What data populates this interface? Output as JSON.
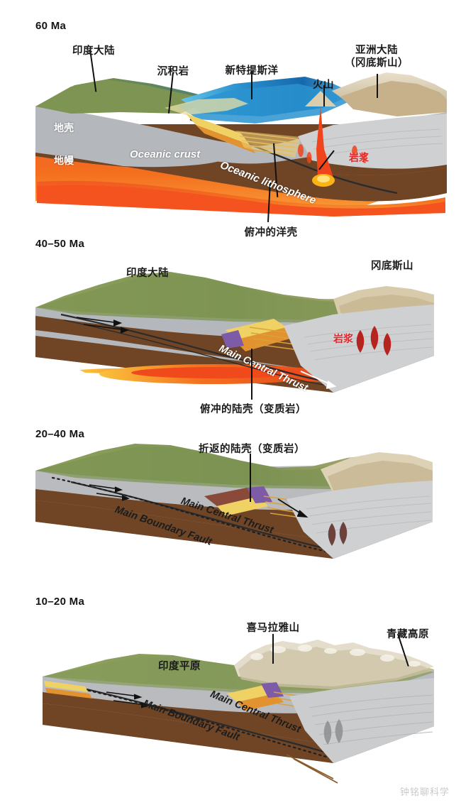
{
  "figure": {
    "title_hidden": "",
    "watermark": "钟铭聊科学"
  },
  "colors": {
    "crust": "#b7b9bd",
    "mantle": "#6f4526",
    "asthenosphere": "#f15a22",
    "asthenosphere_hot": "#fdb913",
    "ocean_deep": "#1a6fb5",
    "ocean_shallow": "#49b6e3",
    "land_green": "#7d9551",
    "land_tan": "#c9b27d",
    "rock_gray": "#cfd0d2",
    "magma_red": "#e1262b",
    "sediment_yellow": "#f0d264",
    "sediment_orange": "#e2922e",
    "sediment_purple": "#7d5ba6",
    "snow": "#e8e3d6",
    "label_dark": "#1a1a1a",
    "label_white": "#ffffff"
  },
  "panels": [
    {
      "id": "panel-60ma",
      "stage": "60 Ma",
      "labels_top": [
        {
          "name": "indian-continent",
          "text": "印度大陆"
        },
        {
          "name": "sedimentary-rock",
          "text": "沉积岩"
        },
        {
          "name": "neo-tethys-ocean",
          "text": "新特提斯洋"
        },
        {
          "name": "volcano",
          "text": "火山"
        },
        {
          "name": "asian-continent",
          "text": "亚洲大陆\n（冈底斯山）",
          "line1": "亚洲大陆",
          "line2": "（冈底斯山）"
        }
      ],
      "labels_inner": [
        {
          "name": "crust",
          "text": "地壳"
        },
        {
          "name": "mantle",
          "text": "地幔"
        },
        {
          "name": "oceanic-crust",
          "text": "Oceanic crust"
        },
        {
          "name": "oceanic-lithosphere",
          "text": "Oceanic lithosphere"
        },
        {
          "name": "magma",
          "text": "岩浆"
        }
      ],
      "labels_bottom": [
        {
          "name": "subducting-oceanic-crust",
          "text": "俯冲的洋壳"
        }
      ]
    },
    {
      "id": "panel-40-50ma",
      "stage": "40–50 Ma",
      "labels_top": [
        {
          "name": "indian-continent",
          "text": "印度大陆"
        },
        {
          "name": "gangdese-mountains",
          "text": "冈底斯山"
        }
      ],
      "labels_inner": [
        {
          "name": "main-central-thrust",
          "text": "Main Central Thrust"
        },
        {
          "name": "magma",
          "text": "岩浆"
        }
      ],
      "labels_bottom": [
        {
          "name": "subducting-continental-crust",
          "text": "俯冲的陆壳（变质岩）"
        }
      ]
    },
    {
      "id": "panel-20-40ma",
      "stage": "20–40 Ma",
      "labels_top": [
        {
          "name": "exhumed-continental-crust",
          "text": "折返的陆壳（变质岩）"
        }
      ],
      "labels_inner": [
        {
          "name": "main-central-thrust",
          "text": "Main Central Thrust"
        },
        {
          "name": "main-boundary-fault",
          "text": "Main Boundary Fault"
        }
      ],
      "labels_bottom": []
    },
    {
      "id": "panel-10-20ma",
      "stage": "10–20 Ma",
      "labels_top": [
        {
          "name": "indian-plain",
          "text": "印度平原"
        },
        {
          "name": "himalaya-mountains",
          "text": "喜马拉雅山"
        },
        {
          "name": "tibetan-plateau",
          "text": "青藏高原"
        }
      ],
      "labels_inner": [
        {
          "name": "main-central-thrust",
          "text": "Main Central Thrust"
        },
        {
          "name": "main-boundary-fault",
          "text": "Main Boundary Fault"
        }
      ],
      "labels_bottom": []
    }
  ]
}
